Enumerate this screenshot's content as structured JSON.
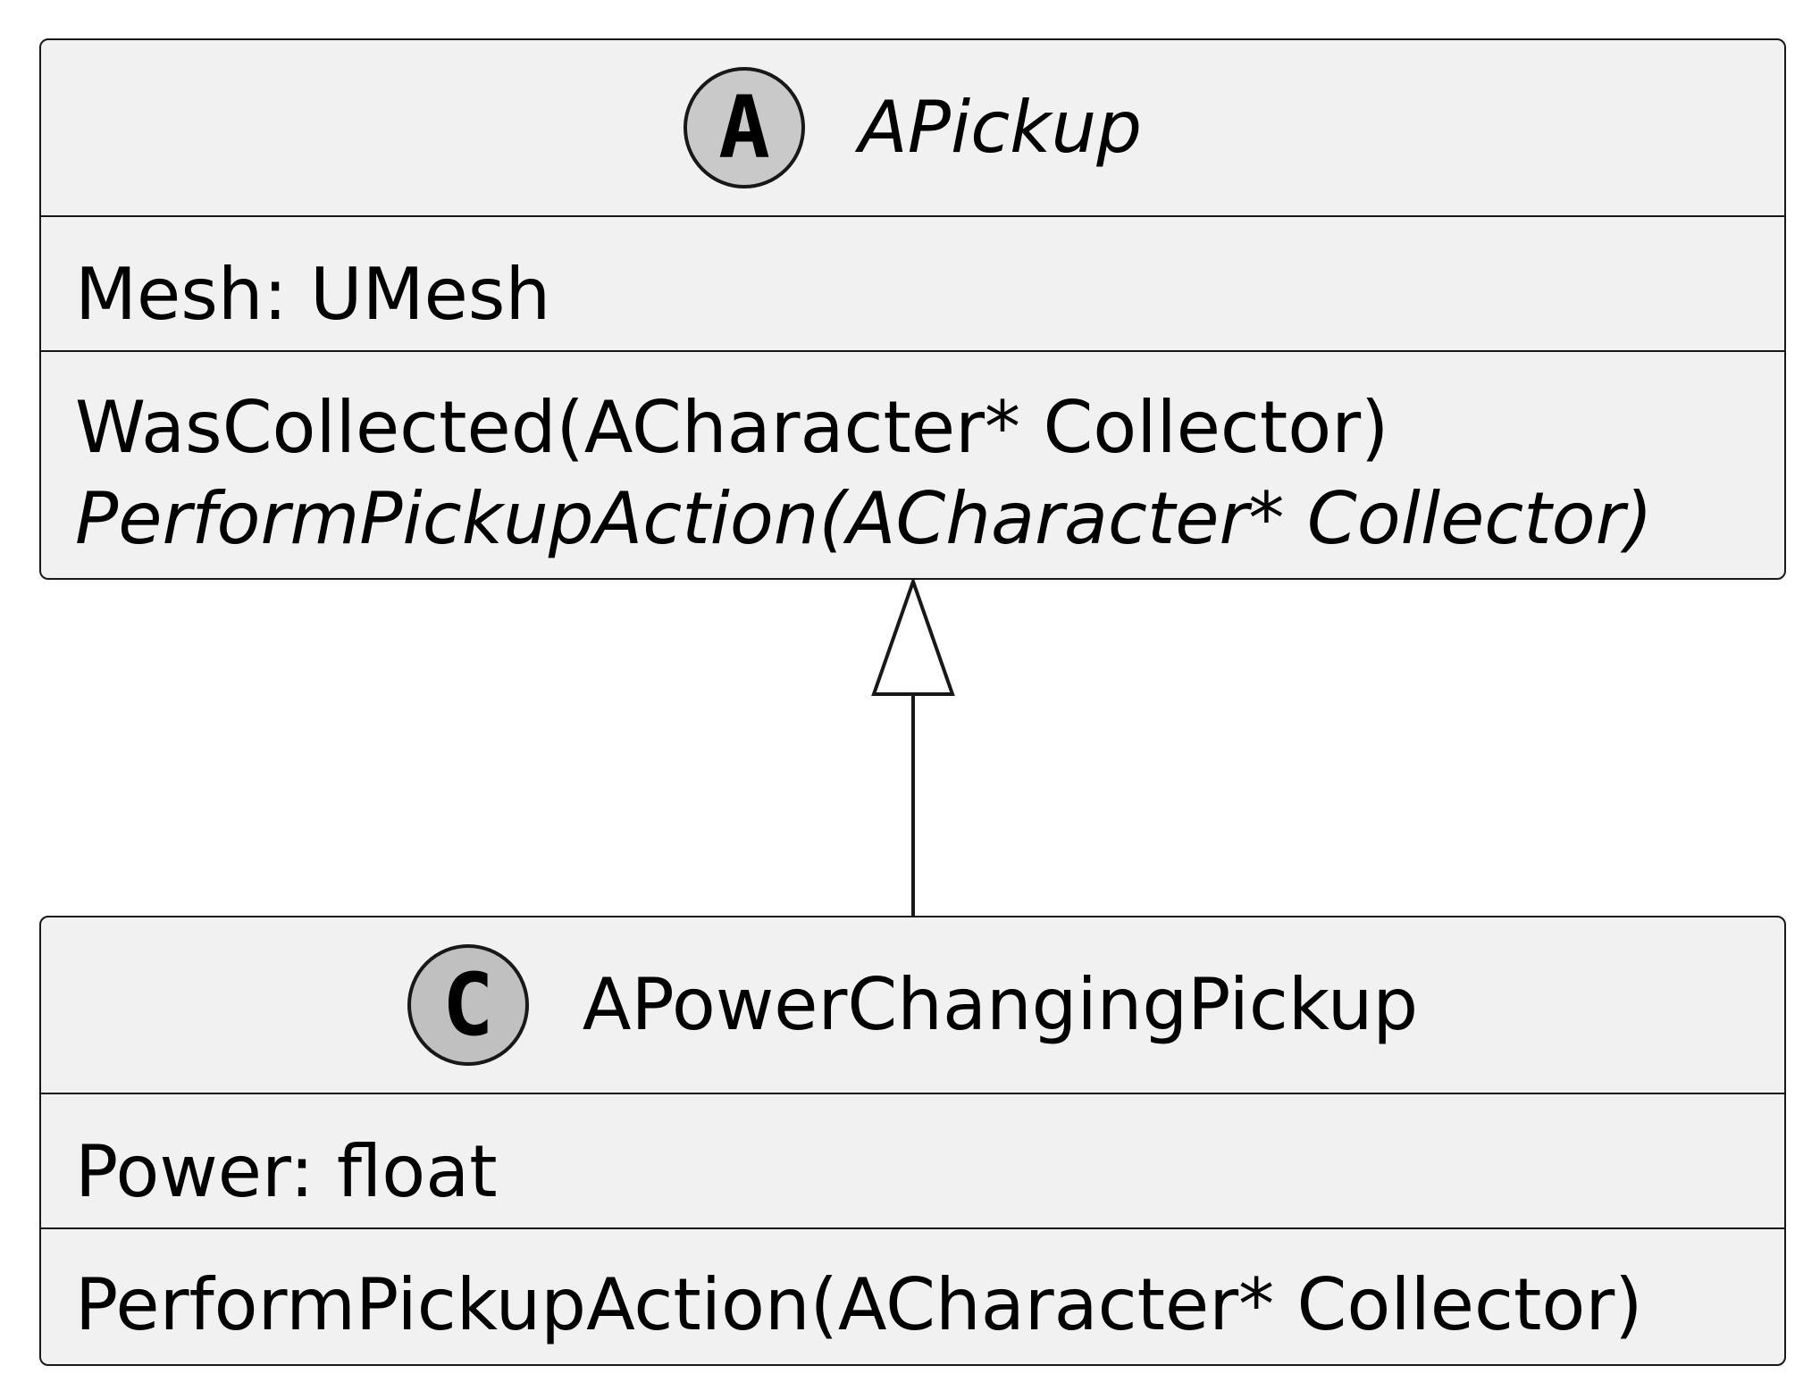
{
  "classes": {
    "apickup": {
      "stereotype": "A",
      "name": "APickup",
      "abstract": true,
      "attributes": [
        "Mesh: UMesh"
      ],
      "methods": [
        "WasCollected(ACharacter* Collector)",
        "PerformPickupAction(ACharacter* Collector)"
      ]
    },
    "apowerchangingpickup": {
      "stereotype": "C",
      "name": "APowerChangingPickup",
      "abstract": false,
      "attributes": [
        "Power: float"
      ],
      "methods": [
        "PerformPickupAction(ACharacter* Collector)"
      ]
    }
  },
  "relations": [
    {
      "type": "generalization",
      "from": "APowerChangingPickup",
      "to": "APickup"
    }
  ],
  "colors": {
    "class_fill": "#f1f1f1",
    "border": "#181818",
    "abstract_badge": "#c9c9c9",
    "class_badge": "#c0c0c0"
  }
}
